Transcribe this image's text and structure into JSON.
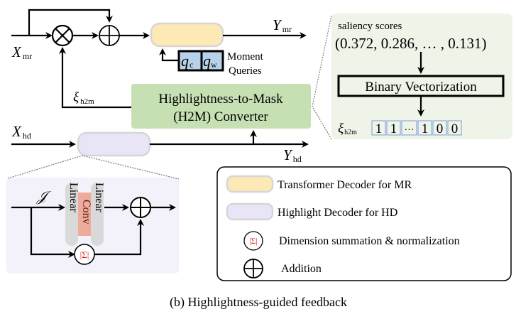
{
  "diagram": {
    "caption": "(b) Highlightness-guided feedback",
    "inputs": {
      "x_mr": {
        "base": "X",
        "sub": "mr"
      },
      "x_hd": {
        "base": "X",
        "sub": "hd"
      }
    },
    "outputs": {
      "y_mr": {
        "base": "Y",
        "sub": "mr"
      },
      "y_hd": {
        "base": "Y",
        "sub": "hd"
      }
    },
    "feedback_signal": {
      "base": "ξ",
      "sub": "h2m"
    },
    "moment_queries": {
      "q_c": {
        "base": "q",
        "sub": "c"
      },
      "q_w": {
        "base": "q",
        "sub": "w"
      },
      "label_line1": "Moment",
      "label_line2": "Queries"
    },
    "h2m_converter": {
      "line1": "Highlightness-to-Mask",
      "line2": "(H2M) Converter"
    },
    "detail_panel": {
      "saliency_label": "saliency scores",
      "saliency_values": "(0.372, 0.286, … , 0.131)",
      "binary_vectorization_label": "Binary Vectorization",
      "xi_label": {
        "base": "ξ",
        "sub": "h2m"
      },
      "binary_vector": [
        "1",
        "1",
        "···",
        "1",
        "0",
        "0"
      ]
    },
    "highlight_decoder_detail": {
      "input_symbol": "𝒥",
      "linear_left": "Linear",
      "conv": "Conv",
      "linear_right": "Linear",
      "sum_symbol": "|Σ|"
    },
    "legend": {
      "items": [
        {
          "label": "Transformer Decoder for MR"
        },
        {
          "label": "Highlight Decoder for HD"
        },
        {
          "label": "Dimension summation & normalization",
          "symbol": "|Σ|"
        },
        {
          "label": "Addition"
        }
      ]
    },
    "colors": {
      "transformer_decoder_fill": "#fde9b6",
      "highlight_decoder_fill": "#e9e5f6",
      "h2m_fill": "#c6e0b4",
      "detail_panel_fill": "#eef4e8",
      "hd_detail_bg": "#f3f1fa",
      "query_fill": "#b7d1ea",
      "linear_fill": "#d9d9d9",
      "conv_fill": "#eeaa9a",
      "sum_red": "#d9262a",
      "vector_cell_border": "#8ea9db"
    }
  }
}
